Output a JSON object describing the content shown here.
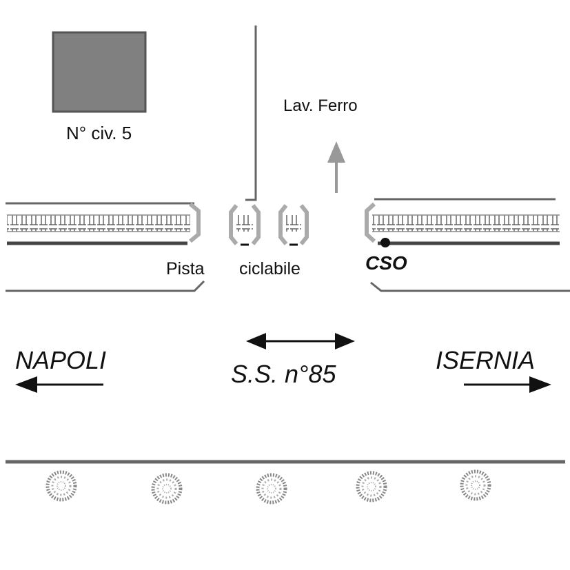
{
  "labels": {
    "building": "N° civ. 5",
    "street_north": "Lav.  Ferro",
    "bike_lane_a": "Pista",
    "bike_lane_b": "ciclabile",
    "cso": "CSO",
    "city_west": "NAPOLI",
    "city_east": "ISERNIA",
    "road": "S.S.  n°85"
  },
  "colors": {
    "building_fill": "#808080",
    "line_dark": "#666666",
    "arrow_gray": "#999999",
    "barrier_gray": "#aaaaaa",
    "ink": "#111111"
  },
  "icons": {
    "trees": "tree-icon",
    "bollards": "bollard-icon",
    "manhole": "cso-marker-icon"
  }
}
